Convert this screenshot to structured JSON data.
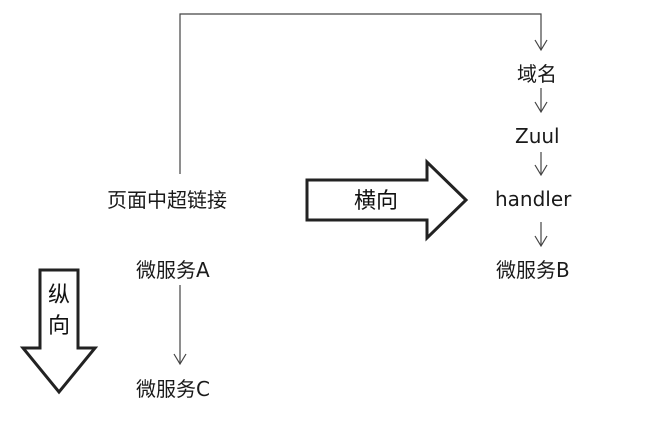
{
  "nodes": {
    "page_hyperlink": "页面中超链接",
    "microservice_a": "微服务A",
    "microservice_c": "微服务C",
    "domain_name": "域名",
    "zuul": "Zuul",
    "handler": "handler",
    "microservice_b": "微服务B"
  },
  "arrows": {
    "horizontal_label": "横向",
    "vertical_label_top": "纵",
    "vertical_label_bottom": "向"
  }
}
